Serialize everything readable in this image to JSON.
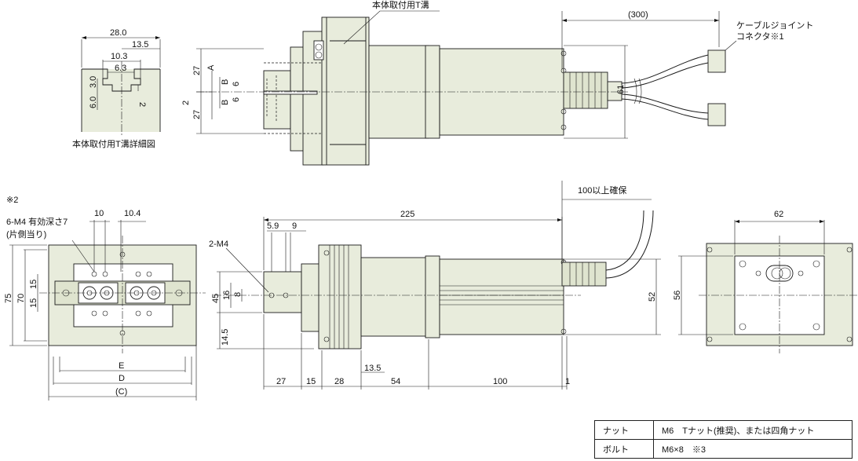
{
  "t_slot_detail": {
    "caption": "本体取付用T溝詳細図",
    "dims": [
      "28.0",
      "13.5",
      "10.3",
      "6.3",
      "3.0",
      "6.0",
      "2"
    ]
  },
  "top_view": {
    "callout_tslot": "本体取付用T溝",
    "callout_connector_line1": "ケーブルジョイント",
    "callout_connector_line2": "コネクタ※1",
    "dims": [
      "(300)",
      "27",
      "A",
      "B",
      "6",
      "B",
      "6",
      "2",
      "27",
      "61"
    ]
  },
  "front_view": {
    "note_mark": "※2",
    "note_line1": "6-M4 有効深さ7",
    "note_line2": "(片側当り)",
    "dims": [
      "10",
      "10.4",
      "15",
      "15",
      "75",
      "70",
      "E",
      "D",
      "(C)"
    ]
  },
  "side_view": {
    "dims": [
      "100以上確保",
      "225",
      "2-M4",
      "5.9",
      "9",
      "45",
      "16",
      "8",
      "14.5",
      "52",
      "27",
      "15",
      "28",
      "13.5",
      "54",
      "100",
      "1"
    ]
  },
  "end_view": {
    "dims": [
      "62",
      "56"
    ]
  },
  "spec_table": [
    {
      "key": "ナット",
      "value": "M6　Tナット(推奨)、または四角ナット"
    },
    {
      "key": "ボルト",
      "value": "M6×8　※3"
    }
  ]
}
